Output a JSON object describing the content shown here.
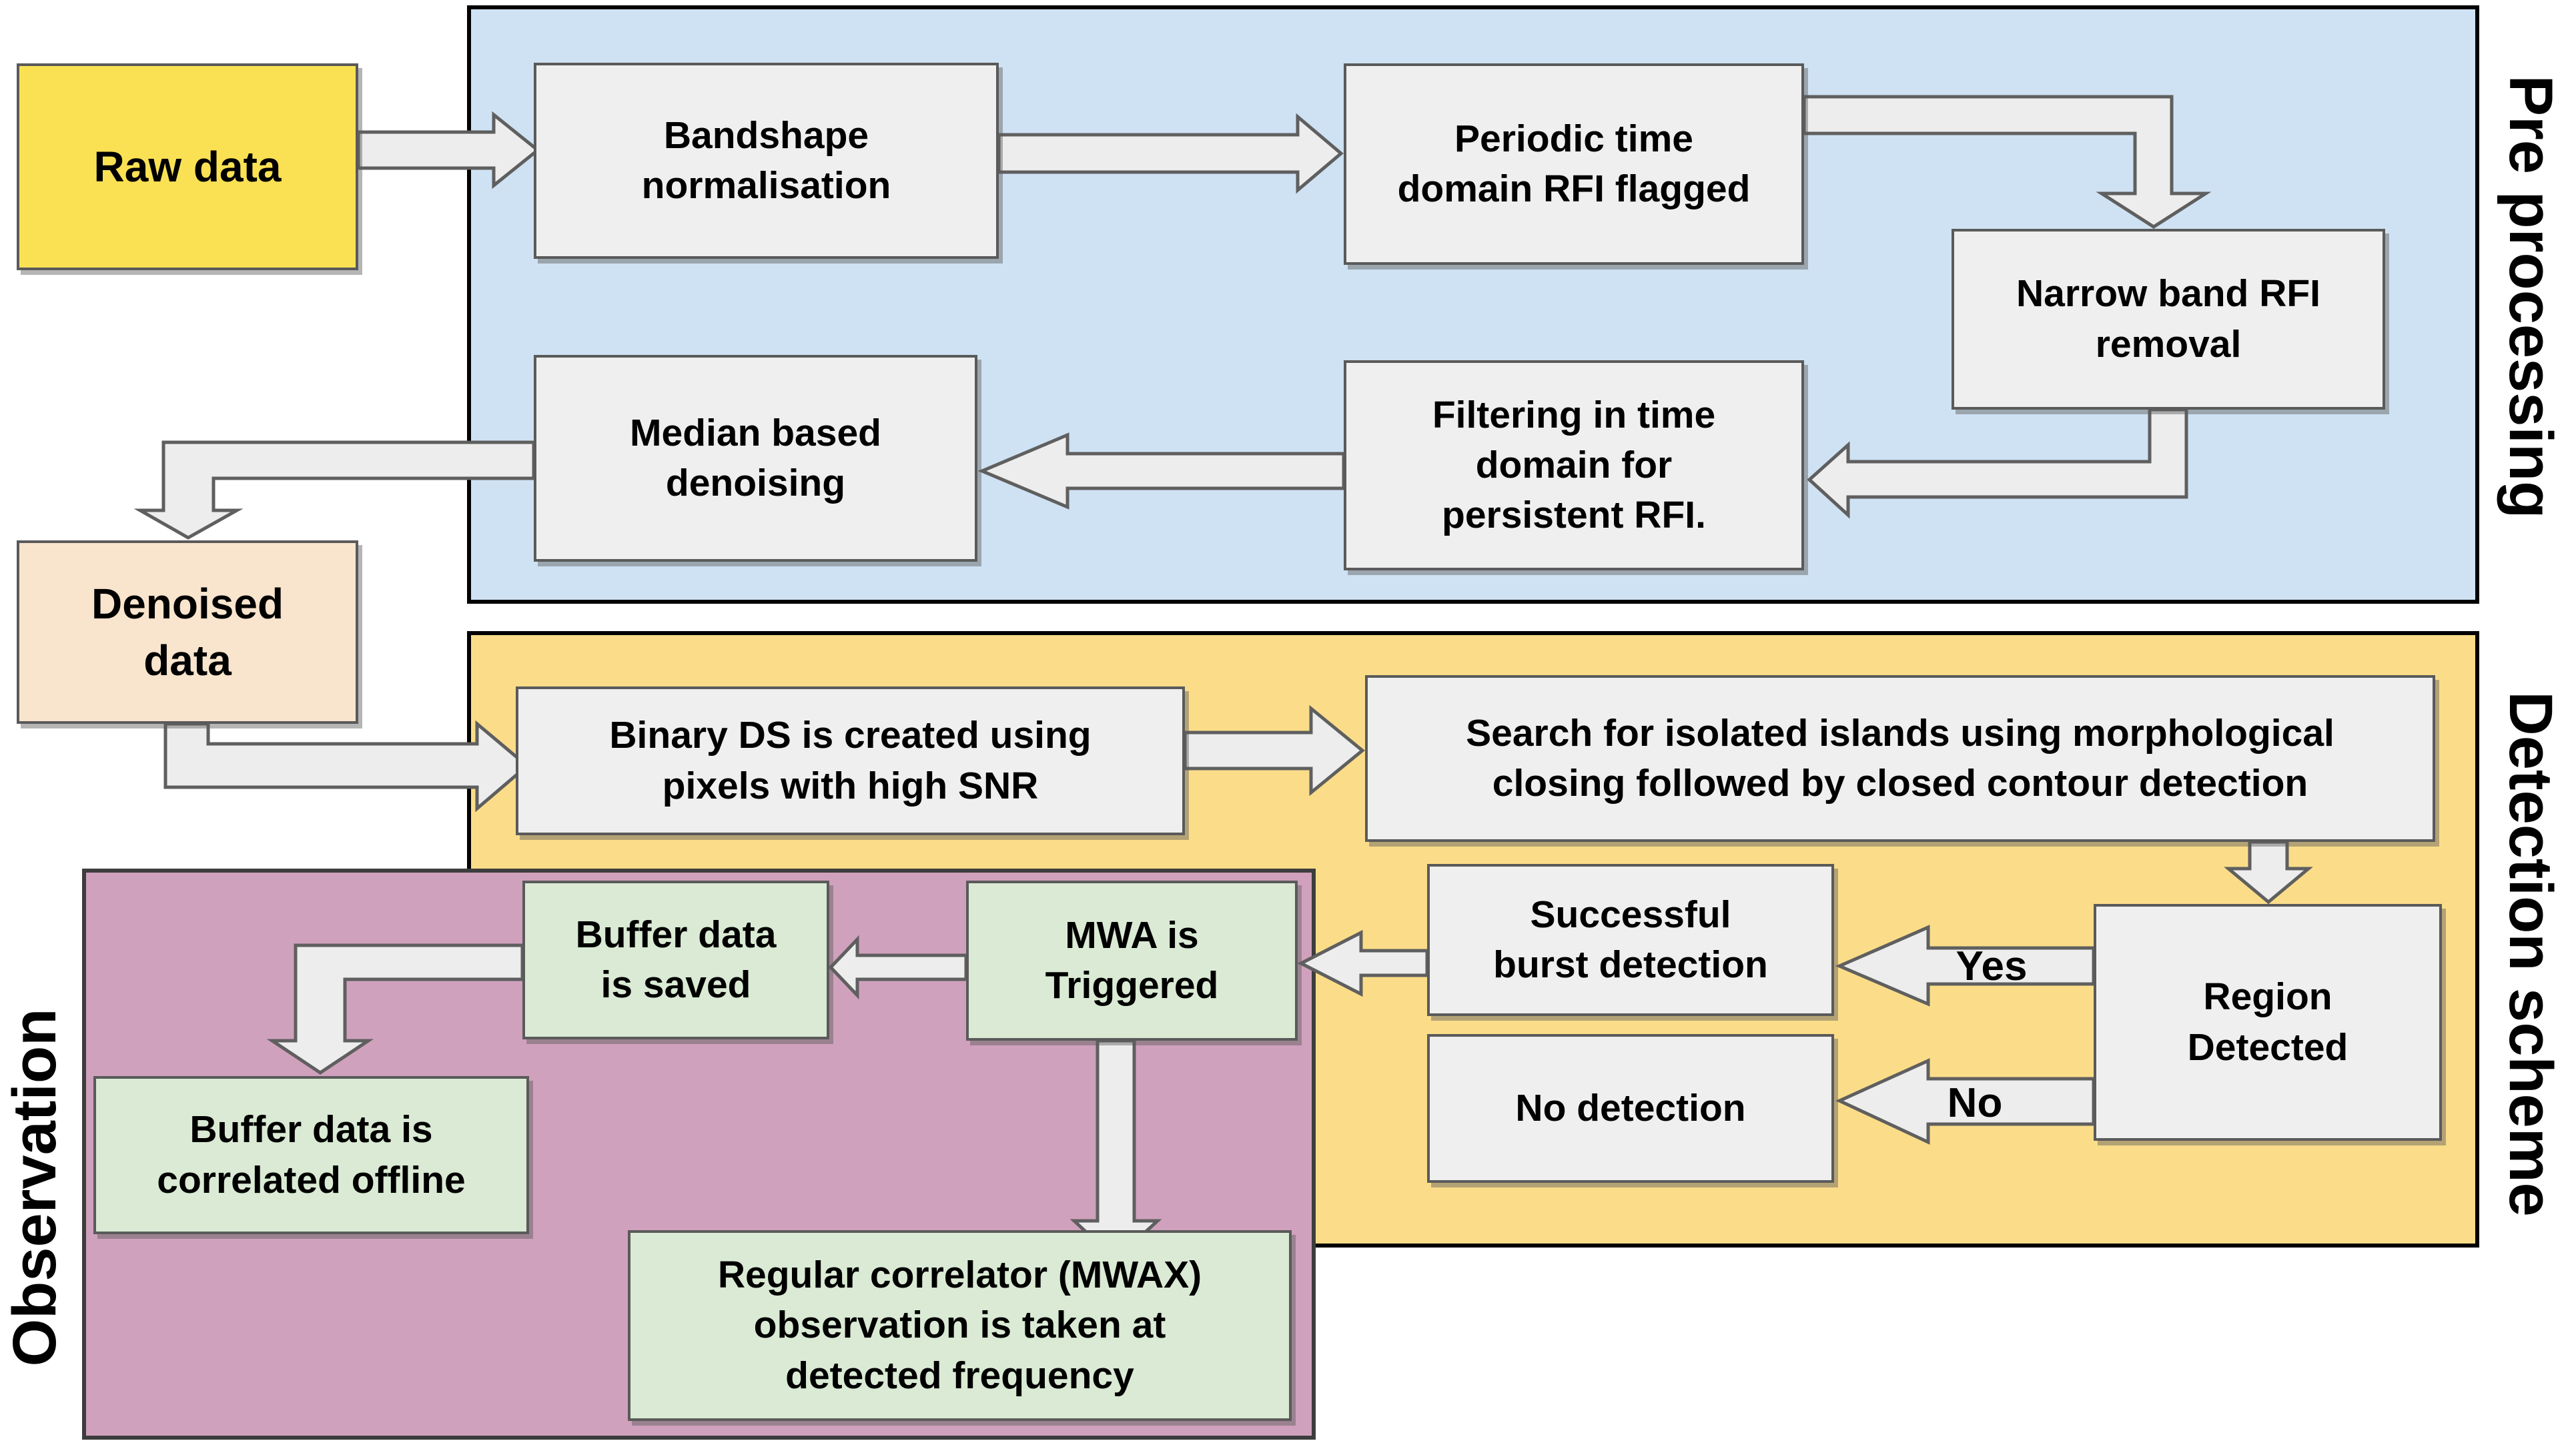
{
  "regions": {
    "preprocessing": {
      "label": "Pre processing",
      "bg": "#CFE2F3"
    },
    "detection": {
      "label": "Detection scheme",
      "bg": "#FBDD89"
    },
    "observation": {
      "label": "Observation",
      "bg": "#D0A1BC"
    }
  },
  "nodes": {
    "raw_data": {
      "label": "Raw data"
    },
    "bandshape": {
      "label": "Bandshape\nnormalisation"
    },
    "periodic": {
      "label": "Periodic time\ndomain RFI flagged"
    },
    "narrowband": {
      "label": "Narrow band RFI\nremoval"
    },
    "filtering": {
      "label": "Filtering in time\ndomain for\npersistent RFI."
    },
    "median": {
      "label": "Median based\ndenoising"
    },
    "denoised": {
      "label": "Denoised\ndata"
    },
    "binary": {
      "label": "Binary DS is created using\npixels with high SNR"
    },
    "search": {
      "label": "Search for isolated islands using morphological\nclosing followed by closed contour detection"
    },
    "successful": {
      "label": "Successful\nburst detection"
    },
    "no_detection": {
      "label": "No detection"
    },
    "region_detected": {
      "label": "Region\nDetected"
    },
    "buffer_saved": {
      "label": "Buffer data\nis saved"
    },
    "mwa_triggered": {
      "label": "MWA is\nTriggered"
    },
    "buffer_offline": {
      "label": "Buffer data is\ncorrelated offline"
    },
    "regular_correlator": {
      "label": "Regular correlator (MWAX)\nobservation is taken at\ndetected frequency"
    }
  },
  "edges": {
    "yes_label": "Yes",
    "no_label": "No"
  },
  "colors": {
    "start_yellow": "#FAE154",
    "peach": "#F9E4CD",
    "grey_box": "#EFEFEF",
    "green_box": "#DAEAD4",
    "arrow_fill": "#EDEDED",
    "arrow_stroke": "#5f5f5f",
    "box_border": "#5a5a5a"
  }
}
